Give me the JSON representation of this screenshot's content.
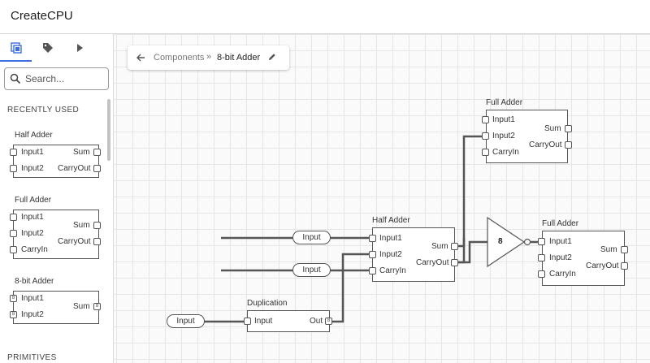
{
  "app": {
    "title": "CreateCPU"
  },
  "sidebar": {
    "tabs": [
      {
        "icon": "components-icon",
        "active": true
      },
      {
        "icon": "tag-icon",
        "active": false
      },
      {
        "icon": "play-icon",
        "active": false
      }
    ],
    "search": {
      "placeholder": "Search..."
    },
    "sections": {
      "recent": "RECENTLY USED",
      "primitives": "PRIMITIVES"
    },
    "components": [
      {
        "title": "Half Adder",
        "inputs": [
          "Input1",
          "Input2"
        ],
        "outputs": [
          "Sum",
          "CarryOut"
        ]
      },
      {
        "title": "Full Adder",
        "inputs": [
          "Input1",
          "Input2",
          "CarryIn"
        ],
        "outputs": [
          "Sum",
          "CarryOut"
        ]
      },
      {
        "title": "8-bit Adder",
        "inputs": [
          "Input1",
          "Input2"
        ],
        "outputs": [
          "Sum"
        ],
        "pin_badge": "8"
      }
    ]
  },
  "breadcrumb": {
    "parent": "Components",
    "separator": "»",
    "current": "8-bit Adder"
  },
  "canvas": {
    "nodes": {
      "full_adder_top": {
        "title": "Full Adder",
        "inputs": [
          "Input1",
          "Input2",
          "CarryIn"
        ],
        "outputs": [
          "Sum",
          "CarryOut"
        ]
      },
      "half_adder": {
        "title": "Half Adder",
        "inputs": [
          "Input1",
          "Input2",
          "CarryIn"
        ],
        "outputs": [
          "Sum",
          "CarryOut"
        ]
      },
      "full_adder_right": {
        "title": "Full Adder",
        "inputs": [
          "Input1",
          "Input2",
          "CarryIn"
        ],
        "outputs": [
          "Sum",
          "CarryOut"
        ]
      },
      "duplication": {
        "title": "Duplication",
        "inputs": [
          "Input"
        ],
        "outputs": [
          "Out"
        ],
        "pin_badge": "8"
      },
      "buffer": {
        "label": "8"
      },
      "input_nodes": [
        "Input",
        "Input",
        "Input"
      ]
    },
    "colors": {
      "wire": "#555555",
      "grid": "#e6e6e6",
      "accent": "#3d6fe0"
    }
  }
}
